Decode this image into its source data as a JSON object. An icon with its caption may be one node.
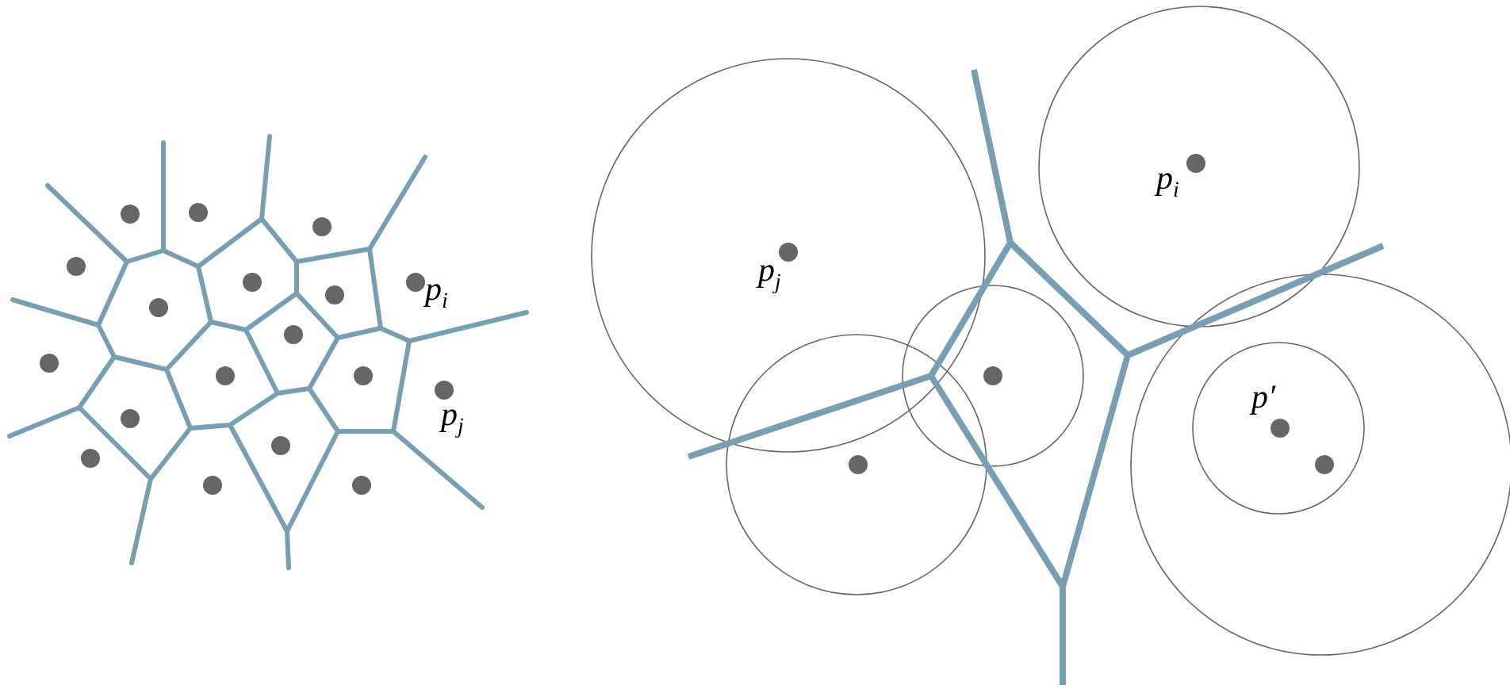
{
  "diagram": {
    "labels": [
      "p$_{i}$",
      "p$_{j}$",
      "p$_{i}$",
      "p$_{j}$",
      "p′"
    ]
  }
}
